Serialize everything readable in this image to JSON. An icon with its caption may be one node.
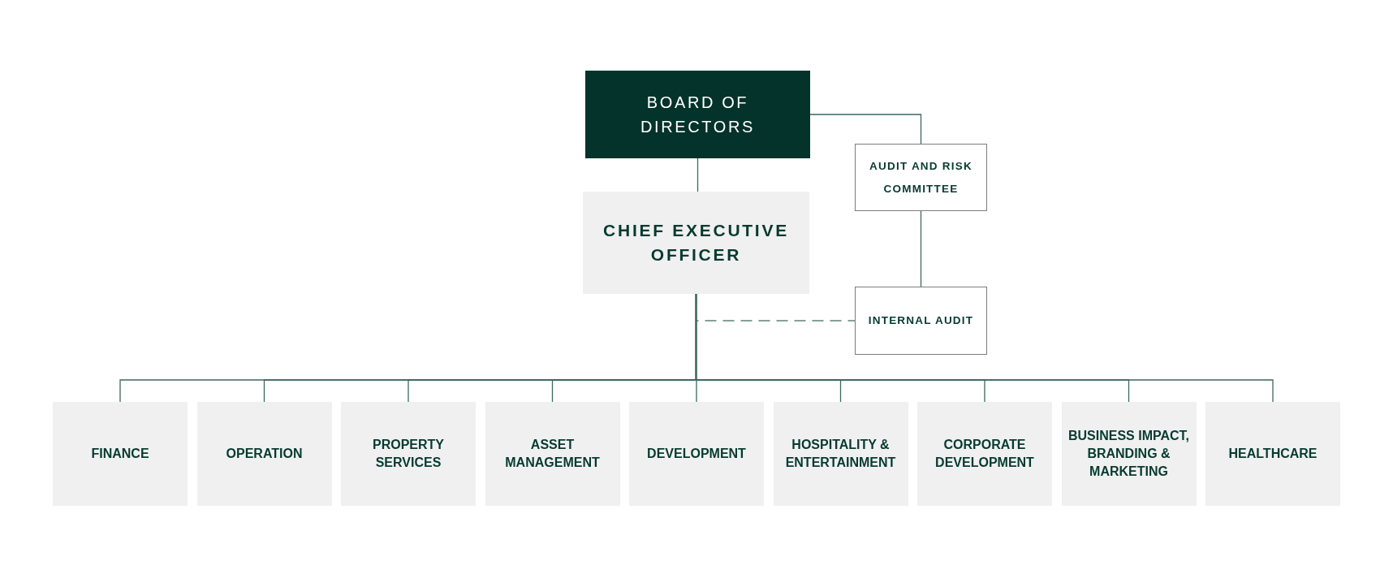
{
  "diagram": {
    "nodes": [
      {
        "text": [
          "BOARD OF DIRECTORS"
        ]
      },
      {
        "text": [
          "CHIEF EXECUTIVE OFFICER"
        ]
      },
      {
        "text": [
          "AUDIT AND RISK COMMITTEE"
        ]
      },
      {
        "text": [
          "INTERNAL AUDIT"
        ]
      },
      {
        "text": [
          "FINANCE"
        ]
      },
      {
        "text": [
          "OPERATION"
        ]
      },
      {
        "text": [
          "PROPERTY SERVICES"
        ]
      },
      {
        "text": [
          "ASSET MANAGEMENT"
        ]
      },
      {
        "text": [
          "DEVELOPMENT"
        ]
      },
      {
        "text": [
          "HOSPITALITY & ENTERTAINMENT"
        ]
      },
      {
        "text": [
          "CORPORATE DEVELOPMENT"
        ]
      },
      {
        "text": [
          "BUSINESS IMPACT, BRANDING & MARKETING"
        ]
      },
      {
        "text": [
          "HEALTHCARE"
        ]
      }
    ],
    "edges": [
      {
        "from": 0,
        "to": 1,
        "arrow": "none"
      },
      {
        "from": 0,
        "to": 2,
        "arrow": "none"
      },
      {
        "from": 2,
        "to": 3,
        "arrow": "none"
      },
      {
        "from": 1,
        "to": 3,
        "arrow": "none",
        "style": "dashed"
      },
      {
        "from": 1,
        "to": 4,
        "arrow": "none"
      },
      {
        "from": 1,
        "to": 5,
        "arrow": "none"
      },
      {
        "from": 1,
        "to": 6,
        "arrow": "none"
      },
      {
        "from": 1,
        "to": 7,
        "arrow": "none"
      },
      {
        "from": 1,
        "to": 8,
        "arrow": "none"
      },
      {
        "from": 1,
        "to": 9,
        "arrow": "none"
      },
      {
        "from": 1,
        "to": 10,
        "arrow": "none"
      },
      {
        "from": 1,
        "to": 11,
        "arrow": "none"
      },
      {
        "from": 1,
        "to": 12,
        "arrow": "none"
      }
    ]
  }
}
